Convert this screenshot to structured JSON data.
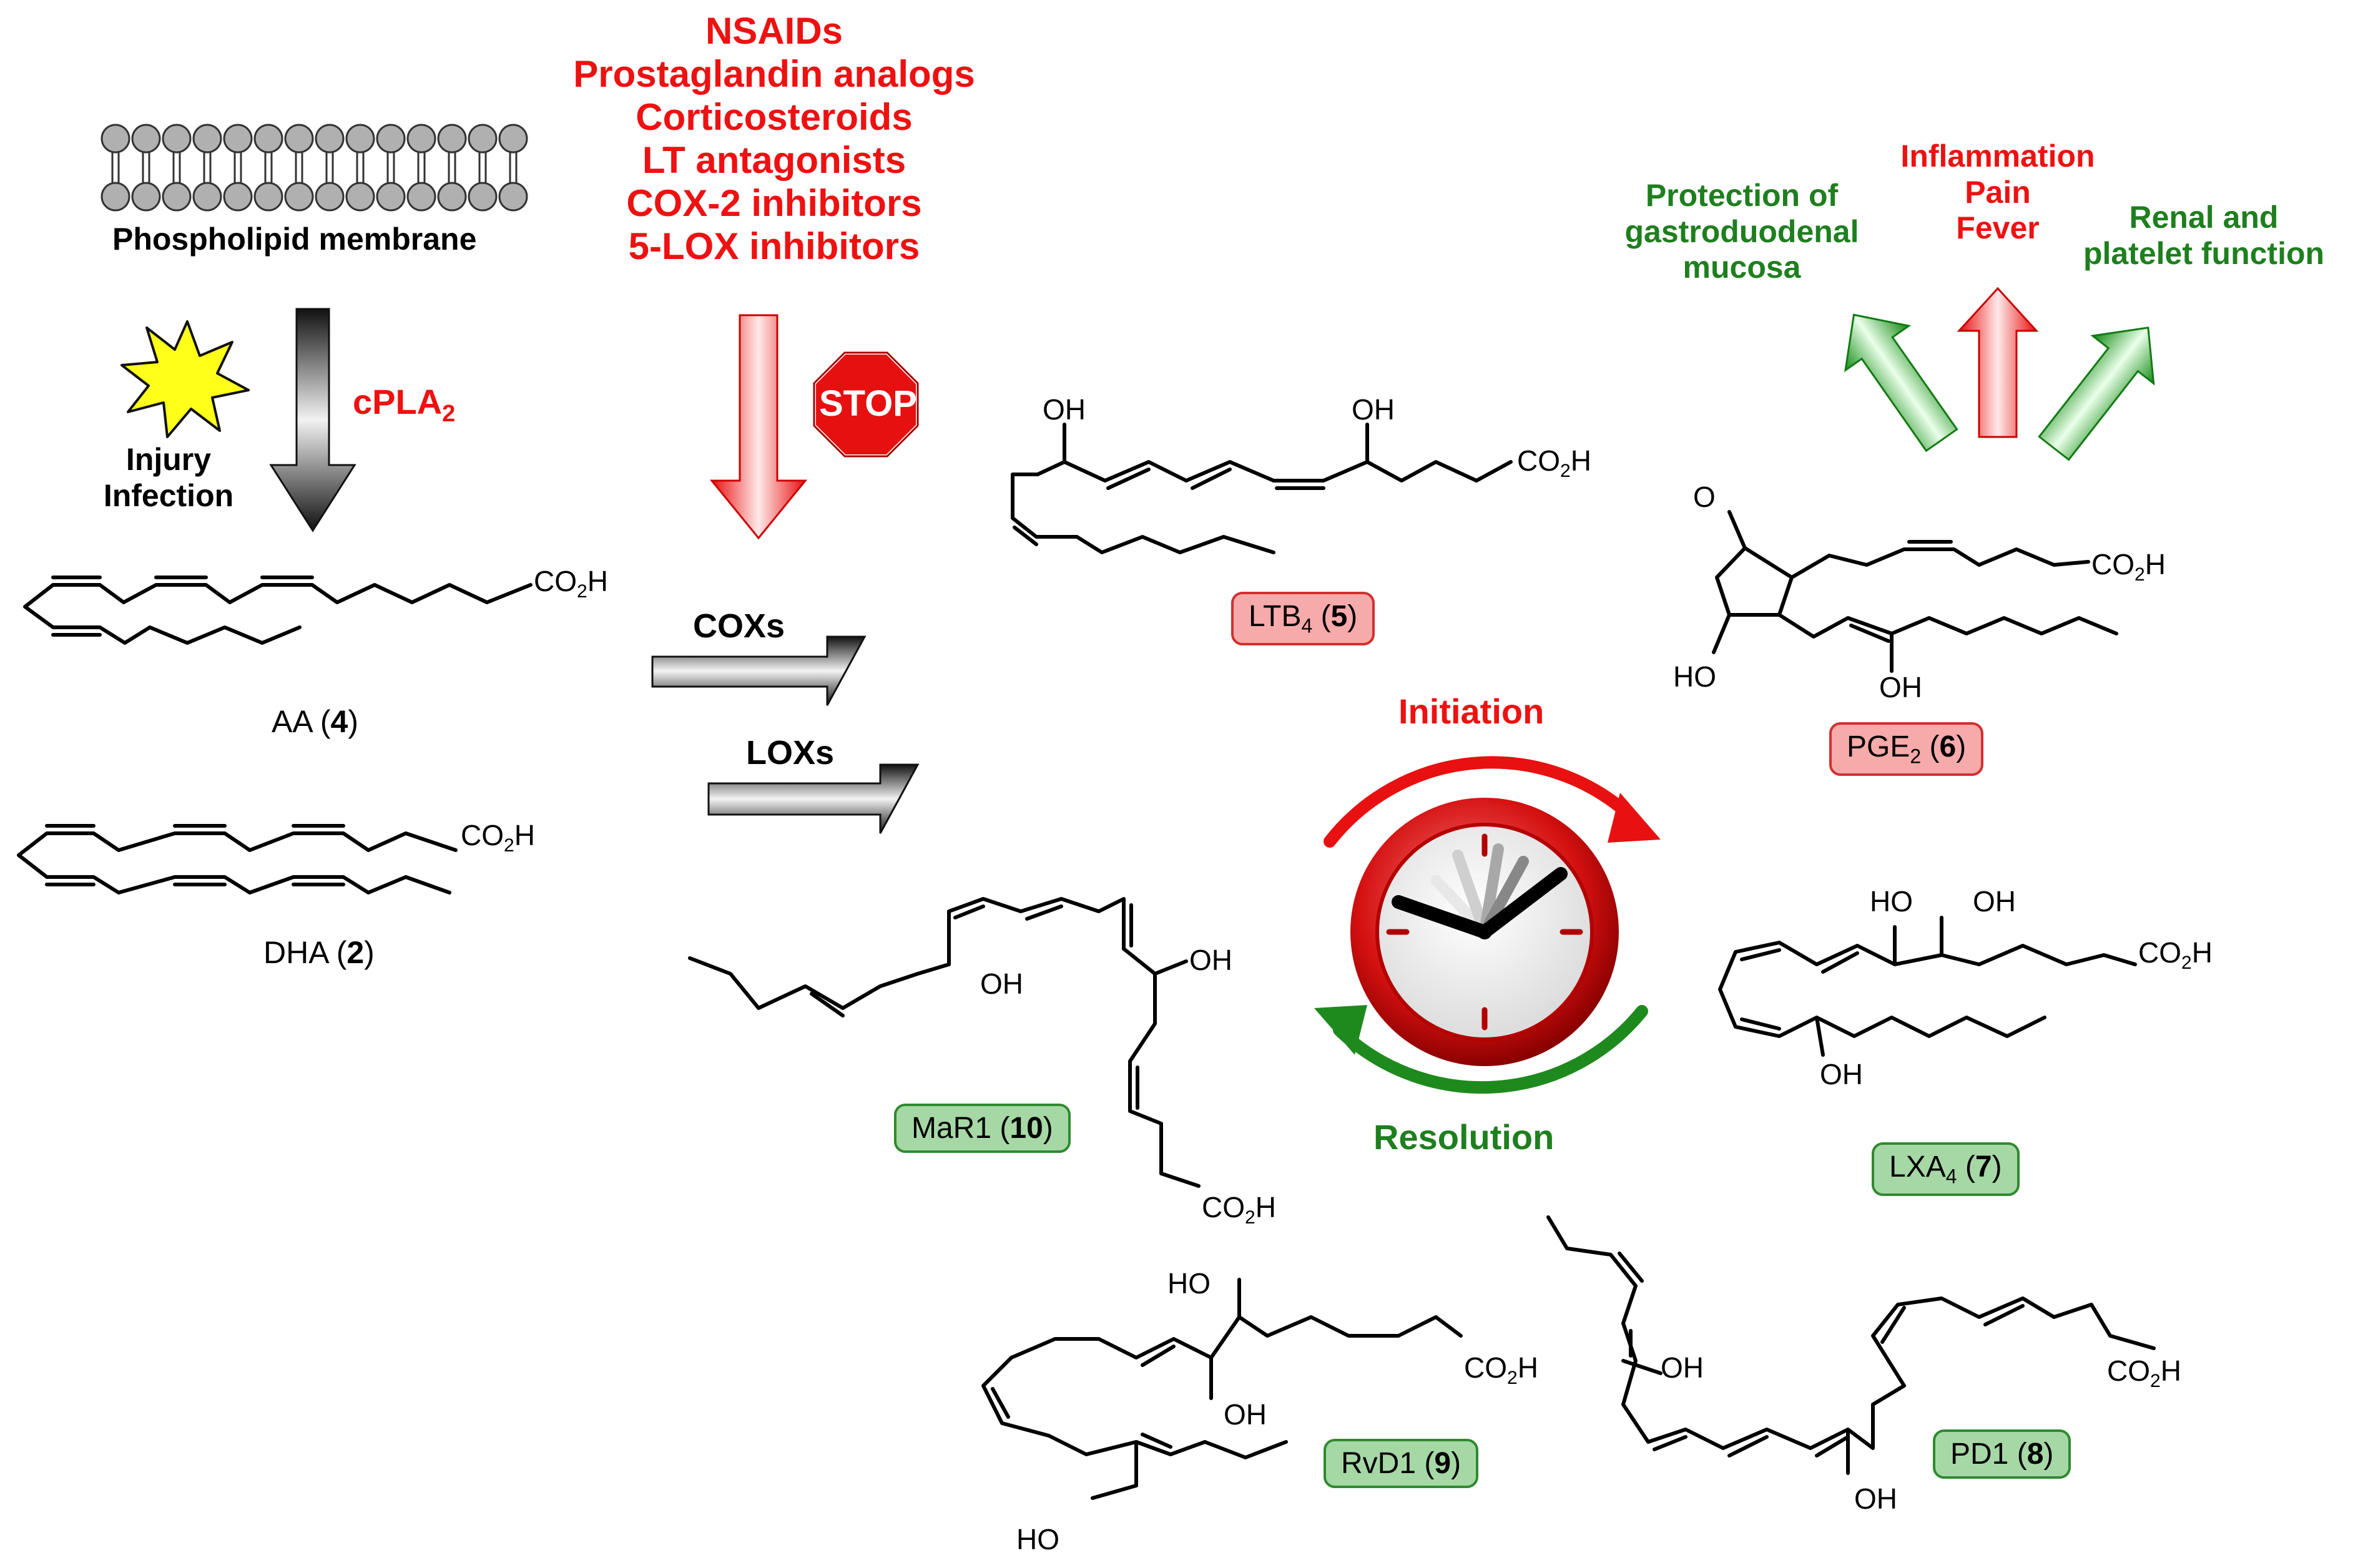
{
  "membrane": {
    "caption": "Phospholipid membrane"
  },
  "drugs": {
    "lines": [
      "NSAIDs",
      "Prostaglandin analogs",
      "Corticosteroids",
      "LT antagonists",
      "COX-2 inhibitors",
      "5-LOX inhibitors"
    ],
    "stop_sign": "STOP"
  },
  "enzymes": {
    "cpla2": "cPLA",
    "cpla2_sub": "2",
    "cox": "COXs",
    "lox": "LOXs"
  },
  "triggers": {
    "line1": "Injury",
    "line2": "Infection"
  },
  "effects": {
    "left": [
      "Protection of",
      "gastroduodenal",
      "mucosa"
    ],
    "middle": [
      "Inflammation",
      "Pain",
      "Fever"
    ],
    "right": [
      "Renal and",
      "platelet function"
    ]
  },
  "clock": {
    "top_label": "Initiation",
    "bottom_label": "Resolution"
  },
  "compounds": {
    "aa": {
      "name": "AA",
      "num": "4"
    },
    "dha": {
      "name": "DHA",
      "num": "2"
    },
    "ltb4": {
      "name": "LTB",
      "sub": "4",
      "num": "5"
    },
    "pge2": {
      "name": "PGE",
      "sub": "2",
      "num": "6"
    },
    "lxa4": {
      "name": "LXA",
      "sub": "4",
      "num": "7"
    },
    "pd1": {
      "name": "PD1",
      "num": "8"
    },
    "rvd1": {
      "name": "RvD1",
      "num": "9"
    },
    "mar1": {
      "name": "MaR1",
      "num": "10"
    }
  },
  "groups": {
    "oh": "OH",
    "ho": "HO",
    "co2h": "CO",
    "co2h_sub": "2",
    "co2h_h": "H",
    "oxo": "O"
  },
  "colors": {
    "red": "#ee1111",
    "green": "#1e7f1e",
    "red_box": "#f6aaaa",
    "green_box": "#a6d8a6"
  }
}
